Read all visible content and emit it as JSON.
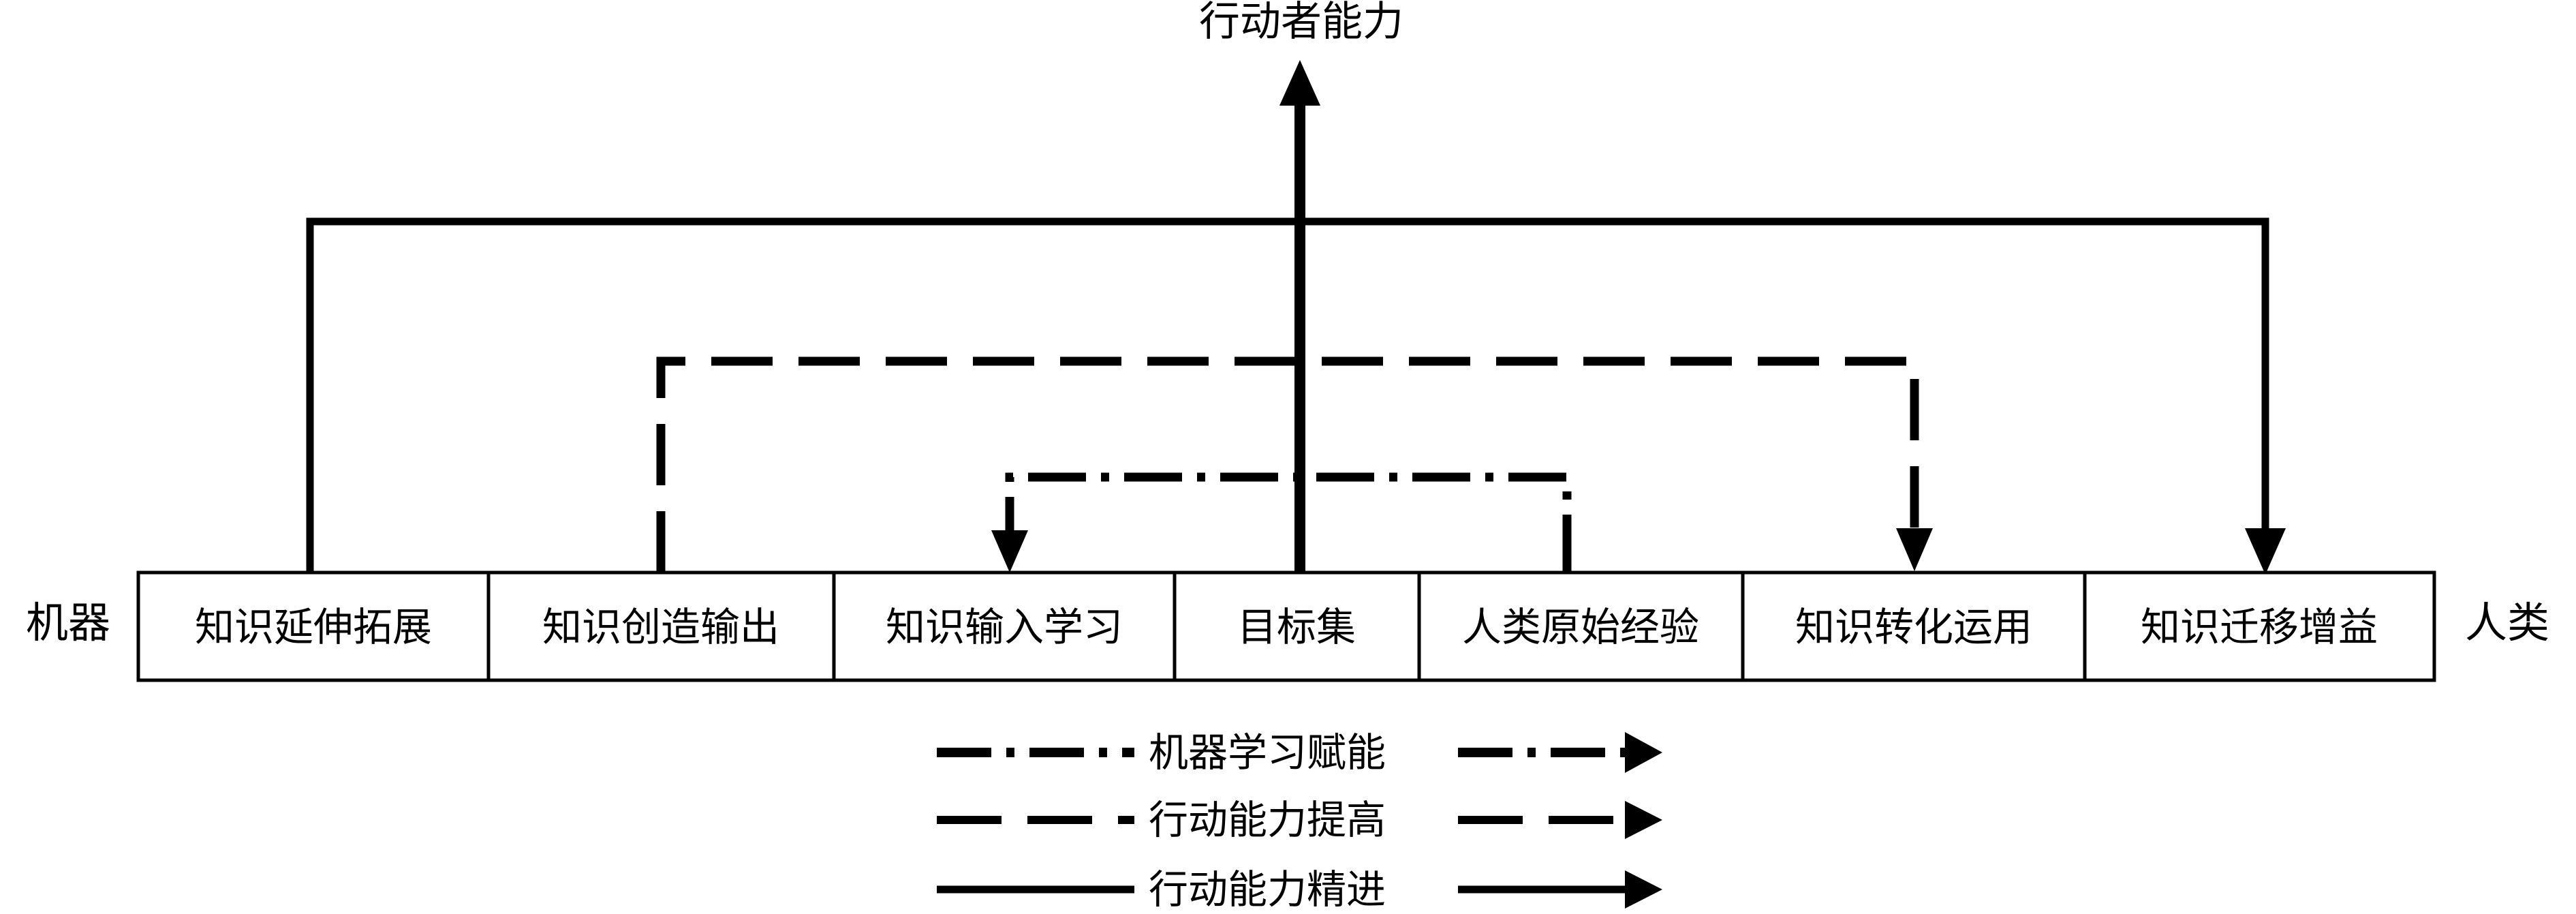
{
  "top_label": "行动者能力",
  "left_label": "机器",
  "right_label": "人类",
  "boxes": [
    "知识延伸拓展",
    "知识创造输出",
    "知识输入学习",
    "目标集",
    "人类原始经验",
    "知识转化运用",
    "知识迁移增益"
  ],
  "legend": {
    "ml": "机器学习赋能",
    "improve": "行动能力提高",
    "refine": "行动能力精进"
  }
}
